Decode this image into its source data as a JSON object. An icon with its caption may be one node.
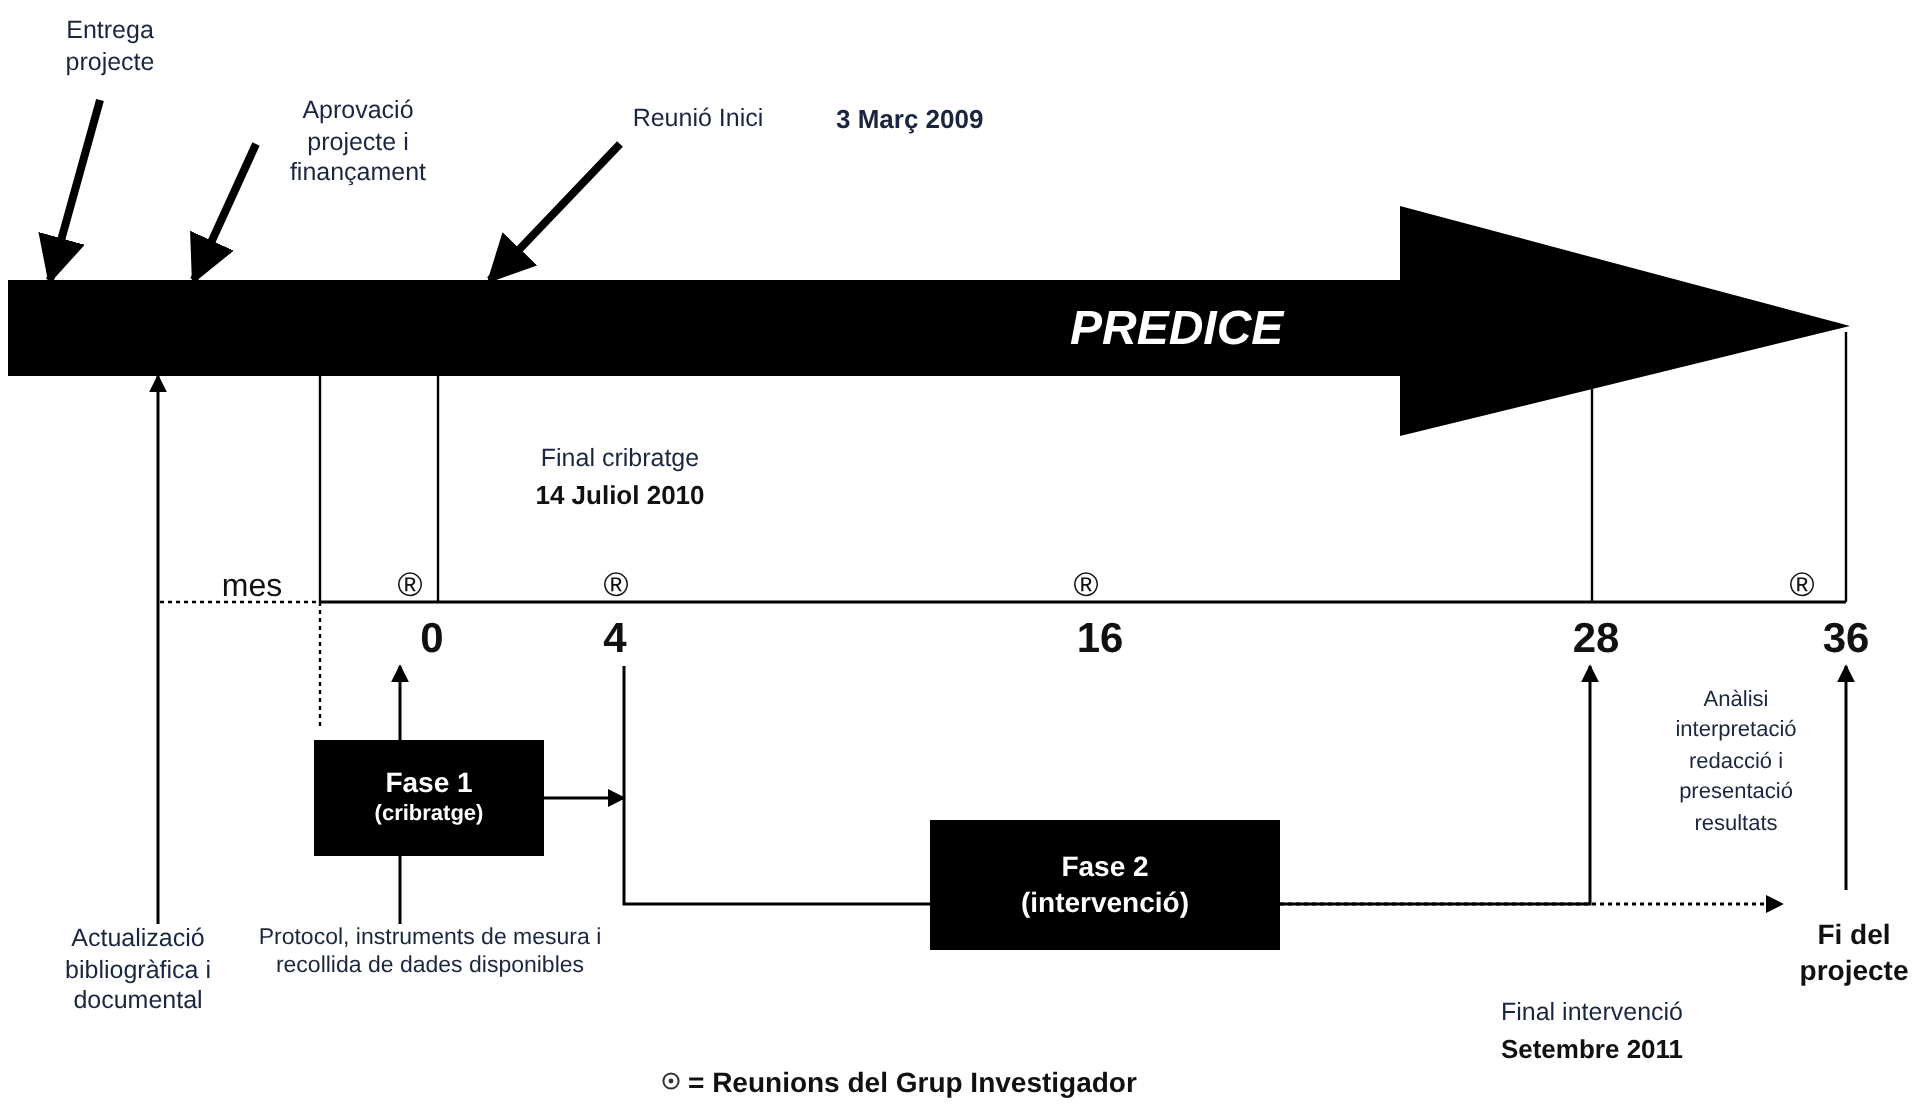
{
  "diagram": {
    "nodes": [
      {
        "text": [
          "Entrega projecte"
        ]
      },
      {
        "text": [
          "Aprovació projecte i finançament"
        ]
      },
      {
        "text": [
          "Reunió Inici"
        ],
        "beside": [
          "3 Març 2009"
        ]
      },
      {
        "text": [
          "PREDICE"
        ]
      },
      {
        "text": [
          "0"
        ]
      },
      {
        "text": [
          "4"
        ]
      },
      {
        "text": [
          "28"
        ]
      },
      {
        "text": [
          "36"
        ]
      },
      {
        "text": [
          "Fase 1",
          "(cribratge)"
        ]
      },
      {
        "text": [
          "Fase 2",
          "(intervenció)"
        ]
      },
      {
        "text": [
          "Actualizació bibliogràfica i documental"
        ]
      },
      {
        "text": [
          "Protocol, instruments de mesura i recollida de dades disponibles"
        ]
      },
      {
        "text": [
          "Fi del projecte"
        ]
      }
    ],
    "edges": [
      {
        "from": 0,
        "to": 3,
        "arrow": "to",
        "style": "thick"
      },
      {
        "from": 1,
        "to": 3,
        "arrow": "to",
        "style": "thick"
      },
      {
        "from": 2,
        "to": 3,
        "arrow": "to",
        "style": "thick"
      },
      {
        "from": 10,
        "to": 3,
        "arrow": "to"
      },
      {
        "from": 11,
        "to": 8,
        "arrow": "none"
      },
      {
        "from": 8,
        "to": 4,
        "arrow": "to"
      },
      {
        "from": 8,
        "to": null,
        "arrow": "to"
      },
      {
        "from": 5,
        "to": 9,
        "arrow": "none"
      },
      {
        "from": 9,
        "to": 12,
        "arrow": "to",
        "style": "dashed"
      },
      {
        "from": 9,
        "to": 6,
        "arrow": "to"
      },
      {
        "from": 12,
        "to": 7,
        "arrow": "to"
      }
    ],
    "labels": [
      "Final cribratge",
      "14 Juliol 2010",
      "mes",
      "®",
      "®",
      "®",
      "®",
      "16",
      "Anàlisi interpretació redacció i presentació resultats",
      "Final intervenció",
      "Setembre 2011"
    ],
    "legend": [
      {
        "text": "= Reunions del Grup Investigador"
      }
    ]
  }
}
